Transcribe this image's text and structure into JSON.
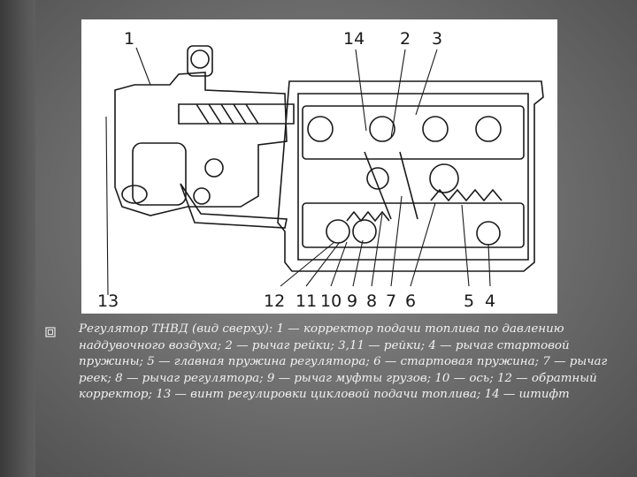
{
  "figure": {
    "callouts": {
      "c1": "1",
      "c14": "14",
      "c2": "2",
      "c3": "3",
      "c13": "13",
      "c12": "12",
      "c11": "11",
      "c10": "10",
      "c9": "9",
      "c8": "8",
      "c7": "7",
      "c6": "6",
      "c5": "5",
      "c4": "4"
    }
  },
  "caption": {
    "text": "Регулятор ТНВД (вид сверху): 1 — корректор подачи топлива по давлению наддувочного воздуха; 2 — рычаг рейки; 3,11 — рейки; 4 — рычаг стартовой пружины; 5 — главная пружина регулятора; 6 — стартовая пружина; 7 — рычаг реек; 8 — рычаг регулятора; 9 — рычаг муфты грузов; 10 — ось; 12 — обратный корректор; 13 — винт регулировки цикловой подачи топлива; 14 — штифт"
  },
  "bullet": {
    "icon": "square-bullet-icon"
  }
}
